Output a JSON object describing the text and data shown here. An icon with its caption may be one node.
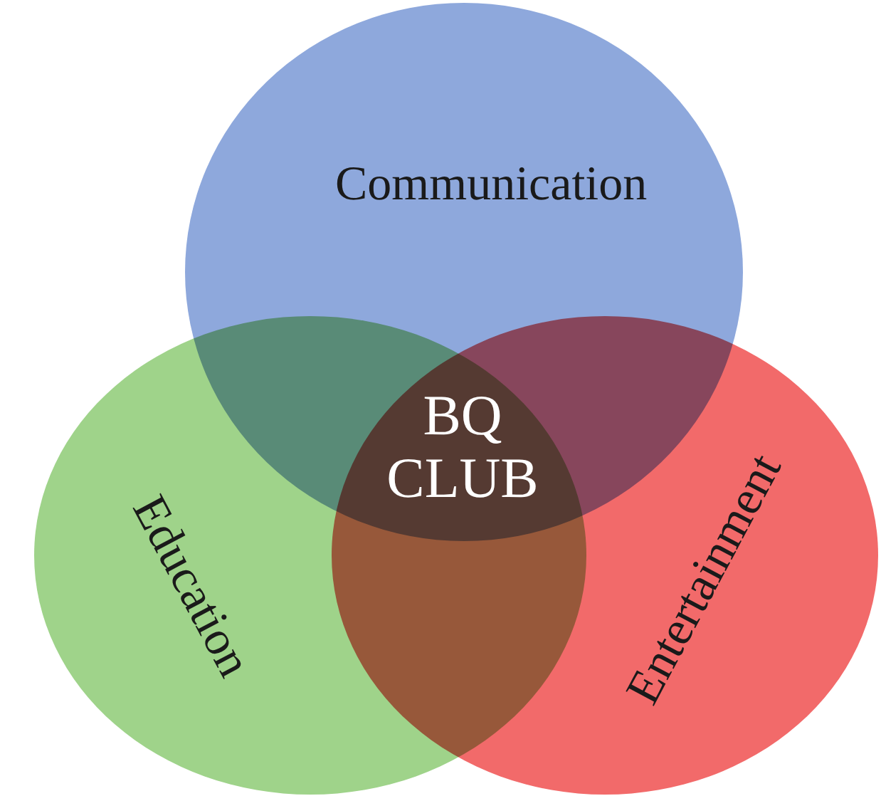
{
  "diagram": {
    "nodes": [
      {
        "text": [
          "Communication"
        ]
      },
      {
        "text": [
          "Education"
        ]
      },
      {
        "text": [
          "Entertainment"
        ]
      }
    ],
    "edges": [],
    "labels": [
      "BQ CLUB"
    ]
  }
}
